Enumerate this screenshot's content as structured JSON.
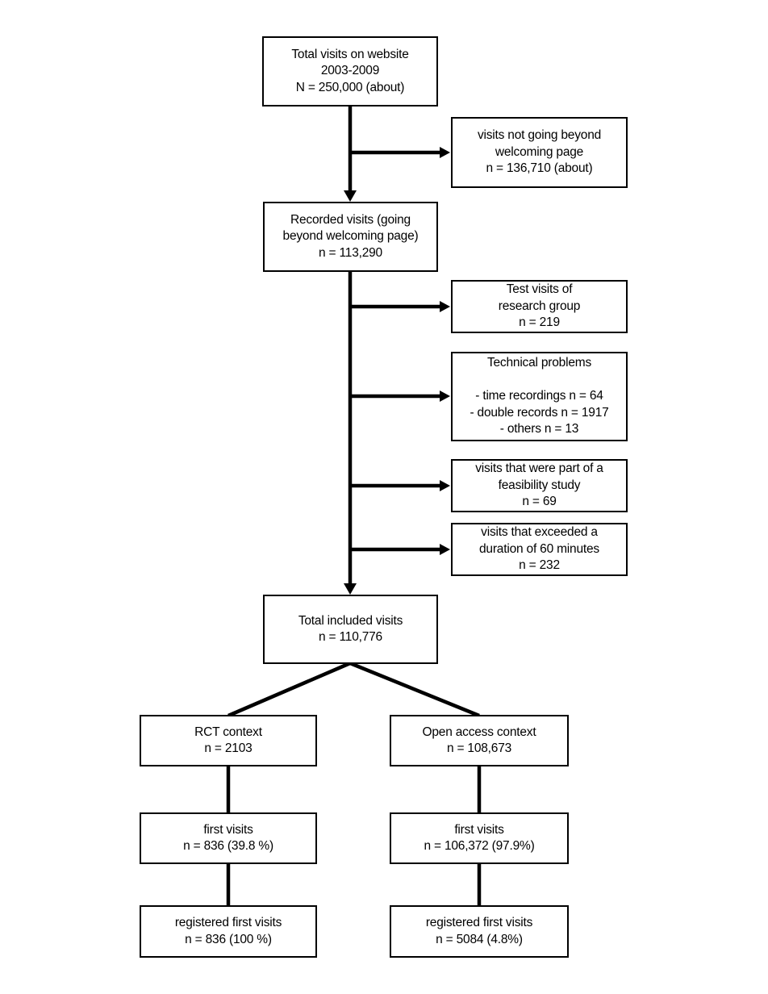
{
  "colors": {
    "background": "#ffffff",
    "line": "#000000",
    "box_border": "#000000",
    "text": "#000000"
  },
  "boxes": {
    "total_visits": {
      "lines": [
        "Total visits on website",
        "2003-2009",
        "N = 250,000 (about)"
      ]
    },
    "not_beyond_welcome": {
      "lines": [
        "visits not going beyond",
        "welcoming page",
        "n = 136,710 (about)"
      ]
    },
    "recorded_visits": {
      "lines": [
        "Recorded visits (going",
        "beyond welcoming page)",
        "n = 113,290"
      ]
    },
    "test_visits": {
      "lines": [
        "Test visits of",
        "research group",
        "n = 219"
      ]
    },
    "technical_problems": {
      "lines": [
        "Technical problems",
        "",
        "- time recordings n = 64",
        "- double records n = 1917",
        "- others n = 13"
      ]
    },
    "feasibility_study": {
      "lines": [
        "visits that were part of a",
        "feasibility study",
        "n = 69"
      ]
    },
    "exceeded_duration": {
      "lines": [
        "visits that exceeded a",
        "duration of 60 minutes",
        "n = 232"
      ]
    },
    "total_included": {
      "lines": [
        "Total included visits",
        "n = 110,776"
      ]
    },
    "rct_context": {
      "lines": [
        "RCT context",
        "n = 2103"
      ]
    },
    "open_access_context": {
      "lines": [
        "Open access context",
        "n = 108,673"
      ]
    },
    "rct_first_visits": {
      "lines": [
        "first visits",
        "n = 836 (39.8 %)"
      ]
    },
    "open_first_visits": {
      "lines": [
        "first visits",
        "n = 106,372 (97.9%)"
      ]
    },
    "rct_registered_first_visits": {
      "lines": [
        "registered first visits",
        "n = 836 (100 %)"
      ]
    },
    "open_registered_first_visits": {
      "lines": [
        "registered first visits",
        "n = 5084 (4.8%)"
      ]
    }
  }
}
